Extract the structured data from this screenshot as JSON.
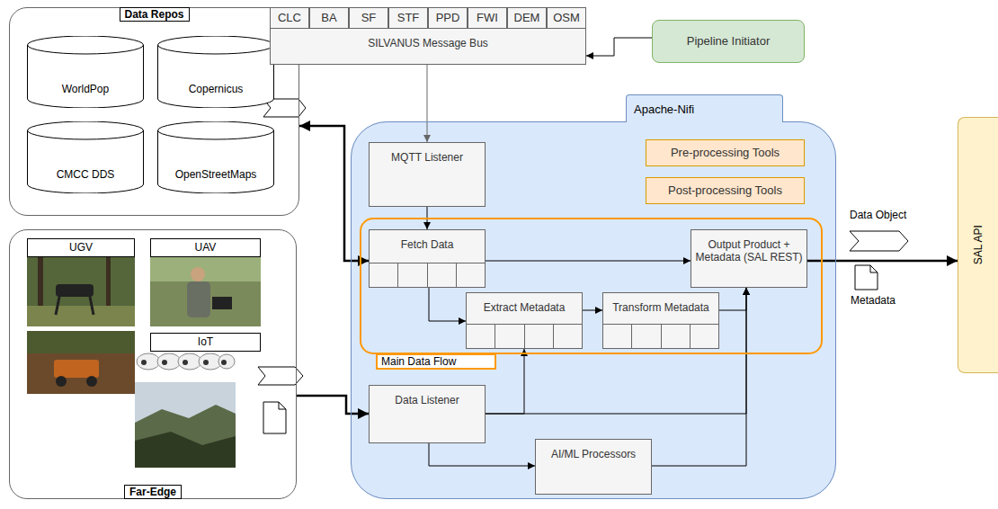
{
  "diagram": {
    "nodes": [
      {
        "text": [
          "Data Repos"
        ]
      },
      {
        "text": [
          "WorldPop"
        ],
        "in": 0
      },
      {
        "text": [
          "Copernicus"
        ],
        "in": 0
      },
      {
        "text": [
          "CMCC DDS"
        ],
        "in": 0
      },
      {
        "text": [
          "OpenStreetMaps"
        ],
        "in": 0
      },
      {
        "text": [
          "SILVANUS Message Bus"
        ]
      },
      {
        "text": [
          "CLC"
        ],
        "in": 5
      },
      {
        "text": [
          "BA"
        ],
        "in": 5
      },
      {
        "text": [
          "SF"
        ],
        "in": 5
      },
      {
        "text": [
          "STF"
        ],
        "in": 5
      },
      {
        "text": [
          "PPD"
        ],
        "in": 5
      },
      {
        "text": [
          "FWI"
        ],
        "in": 5
      },
      {
        "text": [
          "DEM"
        ],
        "in": 5
      },
      {
        "text": [
          "OSM"
        ],
        "in": 5
      },
      {
        "text": [
          "Pipeline Initiator"
        ]
      },
      {
        "text": [
          "Far-Edge"
        ]
      },
      {
        "text": [
          "UGV"
        ],
        "in": 15
      },
      {
        "text": [
          "UAV"
        ],
        "in": 15
      },
      {
        "text": [
          "IoT"
        ],
        "in": 15
      },
      {
        "text": [
          "Apache-Nifi"
        ]
      },
      {
        "text": [
          "MQTT Listener"
        ],
        "in": 19
      },
      {
        "text": [
          "Pre-processing Tools"
        ],
        "in": 19
      },
      {
        "text": [
          "Post-processing Tools"
        ],
        "in": 19
      },
      {
        "text": [
          "Main Data Flow"
        ],
        "in": 19
      },
      {
        "text": [
          "Fetch Data"
        ],
        "in": 23
      },
      {
        "text": [
          "Extract Metadata"
        ],
        "in": 23
      },
      {
        "text": [
          "Transform Metadata"
        ],
        "in": 23
      },
      {
        "text": [
          "Output Product + Metadata (SAL REST)"
        ],
        "in": 23
      },
      {
        "text": [
          "Data Listener"
        ],
        "in": 19
      },
      {
        "text": [
          "AI/ML Processors"
        ],
        "in": 19
      },
      {
        "text": [
          "SAL API"
        ]
      }
    ],
    "edges": [
      {
        "from": 14,
        "to": 5,
        "arrow": "to"
      },
      {
        "from": 5,
        "to": 20,
        "arrow": "to"
      },
      {
        "from": 0,
        "to": 24,
        "arrow": "both"
      },
      {
        "from": 20,
        "to": 24,
        "arrow": "to"
      },
      {
        "from": 24,
        "to": 27,
        "arrow": "to"
      },
      {
        "from": 24,
        "to": 25,
        "arrow": "to"
      },
      {
        "from": 25,
        "to": 26,
        "arrow": "to"
      },
      {
        "from": 26,
        "to": 27,
        "arrow": "to"
      },
      {
        "from": 27,
        "to": 30,
        "arrow": "to"
      },
      {
        "from": 15,
        "to": 28,
        "arrow": "to"
      },
      {
        "from": 28,
        "to": 25,
        "arrow": "to"
      },
      {
        "from": 28,
        "to": 27,
        "arrow": "to"
      },
      {
        "from": 28,
        "to": 29,
        "arrow": "to"
      },
      {
        "from": 29,
        "to": 27,
        "arrow": "to"
      }
    ],
    "labels": [
      "Data Object",
      "Metadata"
    ]
  }
}
